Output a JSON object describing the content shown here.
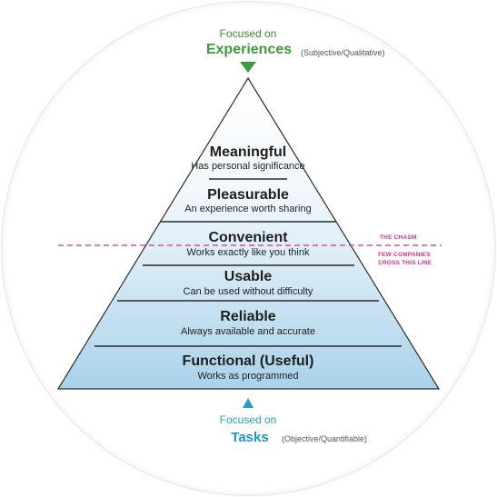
{
  "top": {
    "focused_label": "Focused on",
    "main": "Experiences",
    "note": "(Subjective/Qualitative)"
  },
  "bottom": {
    "focused_label": "Focused on",
    "main": "Tasks",
    "note": "(Objective/Quantifiable)"
  },
  "levels": [
    {
      "title": "Meaningful",
      "subtitle": "Has personal significance"
    },
    {
      "title": "Pleasurable",
      "subtitle": "An experience worth sharing"
    },
    {
      "title": "Convenient",
      "subtitle": "Works exactly like you think"
    },
    {
      "title": "Usable",
      "subtitle": "Can be used without difficulty"
    },
    {
      "title": "Reliable",
      "subtitle": "Always available and accurate"
    },
    {
      "title": "Functional (Useful)",
      "subtitle": "Works as programmed"
    }
  ],
  "chasm": {
    "label": "THE CHASM",
    "note_line1": "FEW COMPANIES",
    "note_line2": "CROSS THIS LINE"
  },
  "colors": {
    "top_arrow": "#3d9b3d",
    "bottom_arrow": "#2a9cc8",
    "chasm_line": "#d0308f"
  }
}
